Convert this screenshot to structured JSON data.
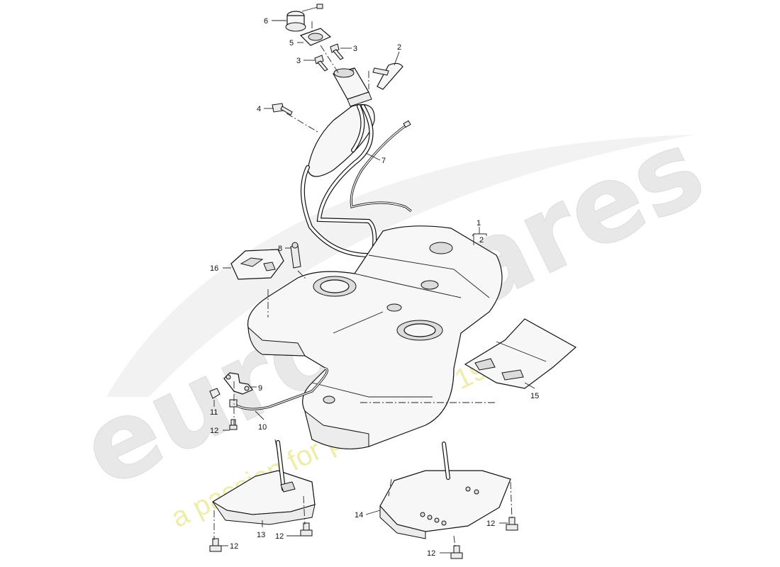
{
  "watermark": {
    "brand": "eurospares",
    "tagline": "a passion for parts since 1985",
    "colors": {
      "logo": "#e6e6e6",
      "tagline": "#eae88f"
    }
  },
  "callouts": {
    "c1": "1",
    "c2a": "2",
    "c2b": "2",
    "c3a": "3",
    "c3b": "3",
    "c4": "4",
    "c5": "5",
    "c6": "6",
    "c7": "7",
    "c8": "8",
    "c9": "9",
    "c10": "10",
    "c11": "11",
    "c12a": "12",
    "c12b": "12",
    "c12c": "12",
    "c12d": "12",
    "c12e": "12",
    "c13": "13",
    "c14": "14",
    "c15": "15",
    "c16": "16"
  },
  "colors": {
    "line": "#111111",
    "part_fill": "#f7f7f7",
    "background": "#ffffff"
  }
}
